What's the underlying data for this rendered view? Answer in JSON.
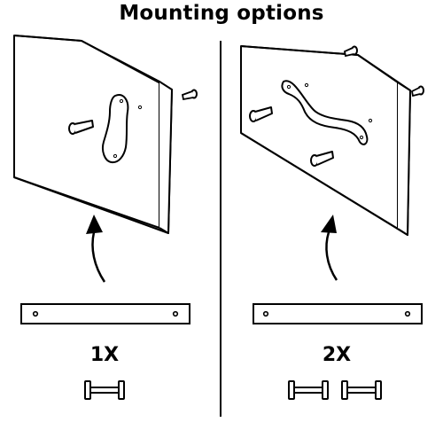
{
  "title": "Mounting options",
  "left_option": {
    "quantity_label": "1X"
  },
  "right_option": {
    "quantity_label": "2X"
  }
}
